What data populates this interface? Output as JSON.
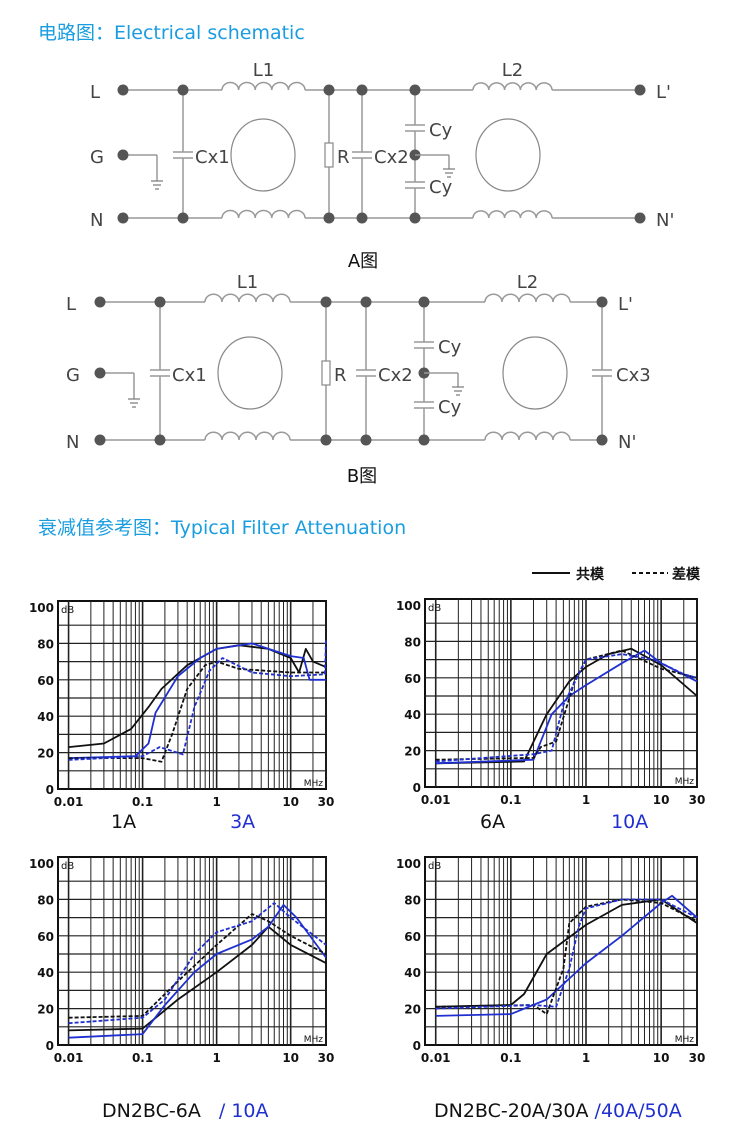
{
  "titles": {
    "schematic": "电路图：Electrical schematic",
    "attenuation": "衰减值参考图：Typical Filter Attenuation"
  },
  "schematic_a": {
    "caption": "A图",
    "labels": {
      "L": "L",
      "G": "G",
      "N": "N",
      "Lp": "L'",
      "Np": "N'",
      "L1": "L1",
      "L2": "L2",
      "Cx1": "Cx1",
      "R": "R",
      "Cx2": "Cx2",
      "Cy1": "Cy",
      "Cy2": "Cy"
    }
  },
  "schematic_b": {
    "caption": "B图",
    "labels": {
      "L": "L",
      "G": "G",
      "N": "N",
      "Lp": "L'",
      "Np": "N'",
      "L1": "L1",
      "L2": "L2",
      "Cx1": "Cx1",
      "R": "R",
      "Cx2": "Cx2",
      "Cy1": "Cy",
      "Cy2": "Cy",
      "Cx3": "Cx3"
    }
  },
  "legend": {
    "common_mode": "共模",
    "differential_mode": "差模"
  },
  "colors": {
    "accent": "#1a9de0",
    "series_blue": "#2030d0",
    "series_black": "#111111"
  },
  "captions": [
    {
      "black": "1A",
      "blue": "3A"
    },
    {
      "black": "6A",
      "blue": "10A"
    },
    {
      "black": "DN2BC-6A",
      "blue": " / 10A"
    },
    {
      "black": "DN2BC-20A/30A",
      "blue": " /40A/50A"
    }
  ],
  "chart_data": [
    {
      "type": "line",
      "xscale": "log",
      "xlim": [
        0.01,
        30
      ],
      "ylim": [
        0,
        100
      ],
      "ylabel": "dB",
      "xlabel": "MHz",
      "yticks": [
        "0",
        "20",
        "40",
        "60",
        "80",
        "100"
      ],
      "xticks": [
        "0.01",
        "0.1",
        "1",
        "10",
        "30"
      ],
      "grid": true,
      "series": [
        {
          "name": "1A 共模",
          "color": "black",
          "style": "solid",
          "x": [
            0.01,
            0.03,
            0.07,
            0.12,
            0.18,
            0.4,
            1,
            2,
            5,
            10,
            13,
            16,
            20,
            30
          ],
          "y": [
            23,
            25,
            33,
            45,
            55,
            68,
            77,
            79,
            77,
            72,
            64,
            77,
            70,
            67
          ]
        },
        {
          "name": "3A 共模",
          "color": "blue",
          "style": "solid",
          "x": [
            0.01,
            0.08,
            0.12,
            0.15,
            0.3,
            0.6,
            1,
            3,
            10,
            15,
            18,
            30
          ],
          "y": [
            17,
            18,
            25,
            42,
            62,
            72,
            77,
            80,
            73,
            72,
            60,
            60
          ]
        },
        {
          "name": "1A 差模",
          "color": "black",
          "style": "dashed",
          "x": [
            0.01,
            0.1,
            0.18,
            0.25,
            0.4,
            0.7,
            1,
            2,
            10,
            30
          ],
          "y": [
            17,
            17,
            15,
            30,
            55,
            68,
            70,
            66,
            64,
            64
          ]
        },
        {
          "name": "3A 差模",
          "color": "blue",
          "style": "dashed",
          "x": [
            0.01,
            0.1,
            0.17,
            0.35,
            0.5,
            0.8,
            1.2,
            3,
            10,
            29,
            30
          ],
          "y": [
            16,
            18,
            23,
            19,
            45,
            65,
            72,
            64,
            62,
            63,
            82
          ]
        }
      ]
    },
    {
      "type": "line",
      "xscale": "log",
      "xlim": [
        0.01,
        30
      ],
      "ylim": [
        0,
        100
      ],
      "ylabel": "dB",
      "xlabel": "MHz",
      "yticks": [
        "0",
        "20",
        "40",
        "60",
        "80",
        "100"
      ],
      "xticks": [
        "0.01",
        "0.1",
        "1",
        "10",
        "30"
      ],
      "grid": true,
      "series": [
        {
          "name": "6A 共模",
          "color": "black",
          "style": "solid",
          "x": [
            0.01,
            0.15,
            0.3,
            0.6,
            1,
            2,
            4,
            10,
            30
          ],
          "y": [
            13,
            14,
            40,
            58,
            66,
            73,
            76,
            67,
            50
          ]
        },
        {
          "name": "10A 共模",
          "color": "blue",
          "style": "solid",
          "x": [
            0.01,
            0.2,
            0.35,
            0.6,
            1,
            3,
            6,
            10,
            30
          ],
          "y": [
            13,
            15,
            40,
            50,
            56,
            68,
            75,
            68,
            58
          ]
        },
        {
          "name": "6A 差模",
          "color": "black",
          "style": "dashed",
          "x": [
            0.01,
            0.2,
            0.25,
            0.4,
            0.7,
            1,
            3,
            10,
            30
          ],
          "y": [
            15,
            16,
            22,
            25,
            58,
            70,
            75,
            65,
            60
          ]
        },
        {
          "name": "10A 差模",
          "color": "blue",
          "style": "dashed",
          "x": [
            0.01,
            0.2,
            0.35,
            0.5,
            1,
            3,
            8,
            20,
            30
          ],
          "y": [
            14,
            18,
            20,
            45,
            70,
            73,
            70,
            62,
            60
          ]
        }
      ]
    },
    {
      "type": "line",
      "xscale": "log",
      "xlim": [
        0.01,
        30
      ],
      "ylim": [
        0,
        100
      ],
      "ylabel": "dB",
      "xlabel": "MHz",
      "yticks": [
        "0",
        "20",
        "40",
        "60",
        "80",
        "100"
      ],
      "xticks": [
        "0.01",
        "0.1",
        "1",
        "10",
        "30"
      ],
      "grid": true,
      "series": [
        {
          "name": "DN2BC-6A 共模",
          "color": "black",
          "style": "solid",
          "x": [
            0.01,
            0.1,
            0.3,
            1,
            3,
            5,
            10,
            30
          ],
          "y": [
            8,
            9,
            25,
            40,
            55,
            65,
            55,
            45
          ]
        },
        {
          "name": "10A 共模",
          "color": "blue",
          "style": "solid",
          "x": [
            0.01,
            0.1,
            0.2,
            0.5,
            1,
            3,
            5,
            8,
            12,
            30
          ],
          "y": [
            4,
            6,
            22,
            40,
            50,
            58,
            65,
            77,
            70,
            48
          ]
        },
        {
          "name": "DN2BC-6A 差模",
          "color": "black",
          "style": "dashed",
          "x": [
            0.01,
            0.1,
            0.3,
            1,
            3,
            5,
            10,
            30
          ],
          "y": [
            15,
            16,
            35,
            55,
            72,
            68,
            60,
            50
          ]
        },
        {
          "name": "10A 差模",
          "color": "blue",
          "style": "dashed",
          "x": [
            0.01,
            0.1,
            0.2,
            0.5,
            1,
            3,
            6,
            10,
            30
          ],
          "y": [
            12,
            15,
            25,
            50,
            62,
            68,
            78,
            70,
            55
          ]
        }
      ]
    },
    {
      "type": "line",
      "xscale": "log",
      "xlim": [
        0.01,
        30
      ],
      "ylim": [
        0,
        100
      ],
      "ylabel": "dB",
      "xlabel": "MHz",
      "yticks": [
        "0",
        "20",
        "40",
        "60",
        "80",
        "100"
      ],
      "xticks": [
        "0.01",
        "0.1",
        "1",
        "10",
        "30"
      ],
      "grid": true,
      "series": [
        {
          "name": "DN2BC-20A/30A 共模",
          "color": "black",
          "style": "solid",
          "x": [
            0.01,
            0.1,
            0.15,
            0.3,
            1,
            3,
            10,
            30
          ],
          "y": [
            21,
            22,
            28,
            50,
            66,
            77,
            80,
            67
          ]
        },
        {
          "name": "40A/50A 共模",
          "color": "blue",
          "style": "solid",
          "x": [
            0.01,
            0.1,
            0.3,
            1,
            3,
            10,
            14,
            30
          ],
          "y": [
            16,
            17,
            25,
            45,
            60,
            78,
            82,
            70
          ]
        },
        {
          "name": "DN2BC-20A/30A 差模",
          "color": "black",
          "style": "dashed",
          "x": [
            0.01,
            0.2,
            0.3,
            0.5,
            0.6,
            1,
            3,
            10,
            30
          ],
          "y": [
            21,
            22,
            17,
            42,
            67,
            76,
            80,
            78,
            68
          ]
        },
        {
          "name": "40A/50A 差模",
          "color": "blue",
          "style": "dashed",
          "x": [
            0.01,
            0.2,
            0.4,
            0.6,
            0.8,
            1,
            3,
            10,
            30
          ],
          "y": [
            20,
            22,
            21,
            42,
            65,
            75,
            80,
            80,
            70
          ]
        }
      ]
    }
  ]
}
